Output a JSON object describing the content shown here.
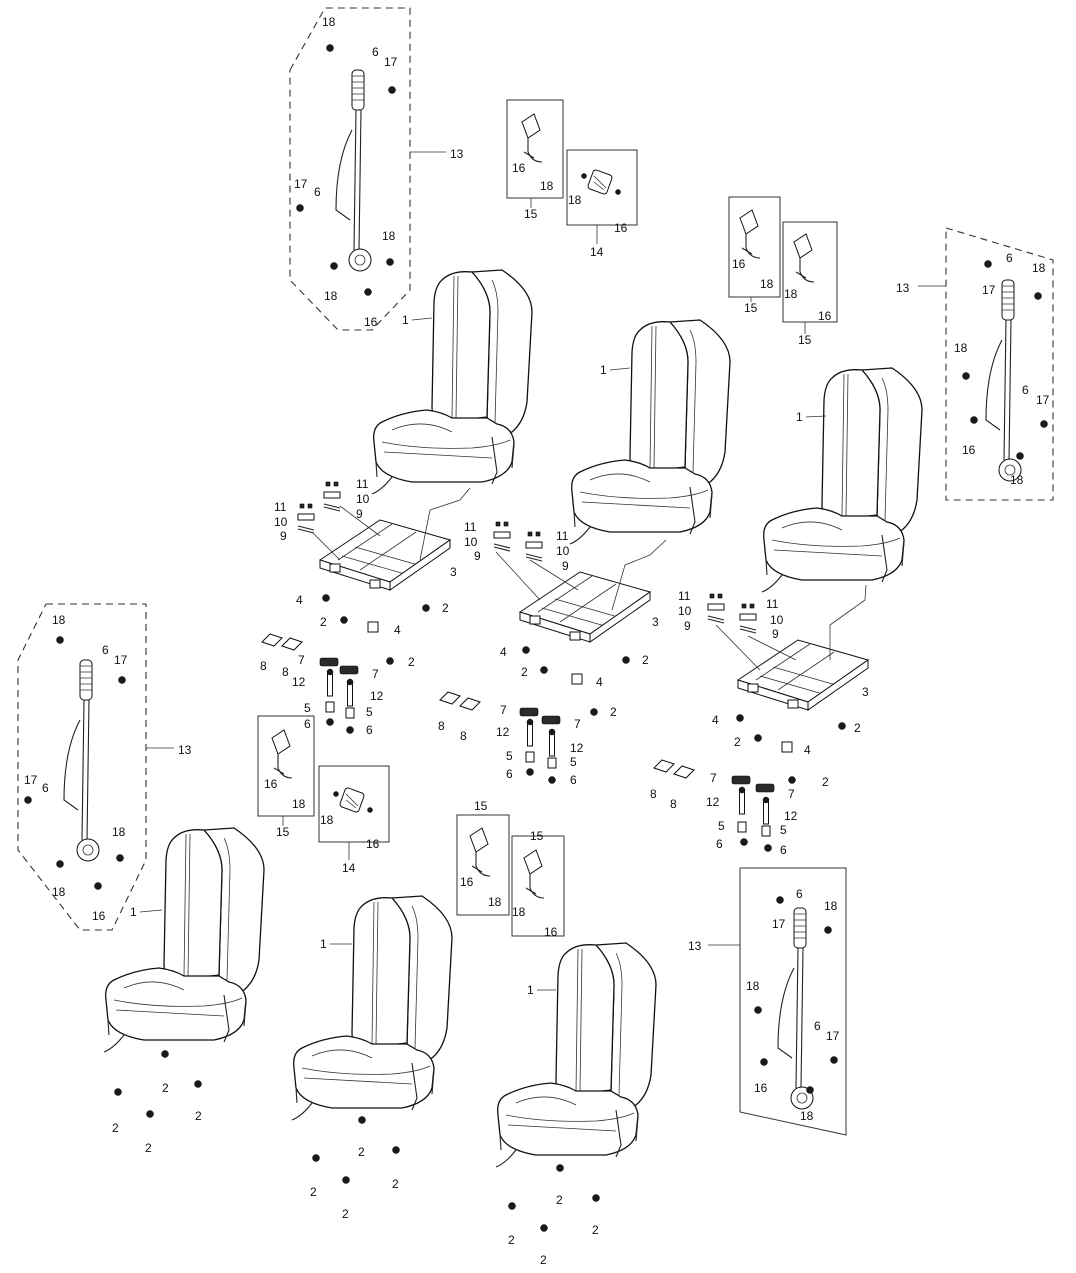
{
  "callouts": {
    "c1": "1",
    "c2": "2",
    "c3": "3",
    "c4": "4",
    "c5": "5",
    "c6": "6",
    "c7": "7",
    "c8": "8",
    "c9": "9",
    "c10": "10",
    "c11": "11",
    "c12": "12",
    "c13": "13",
    "c14": "14",
    "c15": "15",
    "c16": "16",
    "c17": "17",
    "c18": "18"
  },
  "colors": {
    "line": "#222222",
    "background": "#ffffff",
    "hardware": "#1a1a1a"
  }
}
